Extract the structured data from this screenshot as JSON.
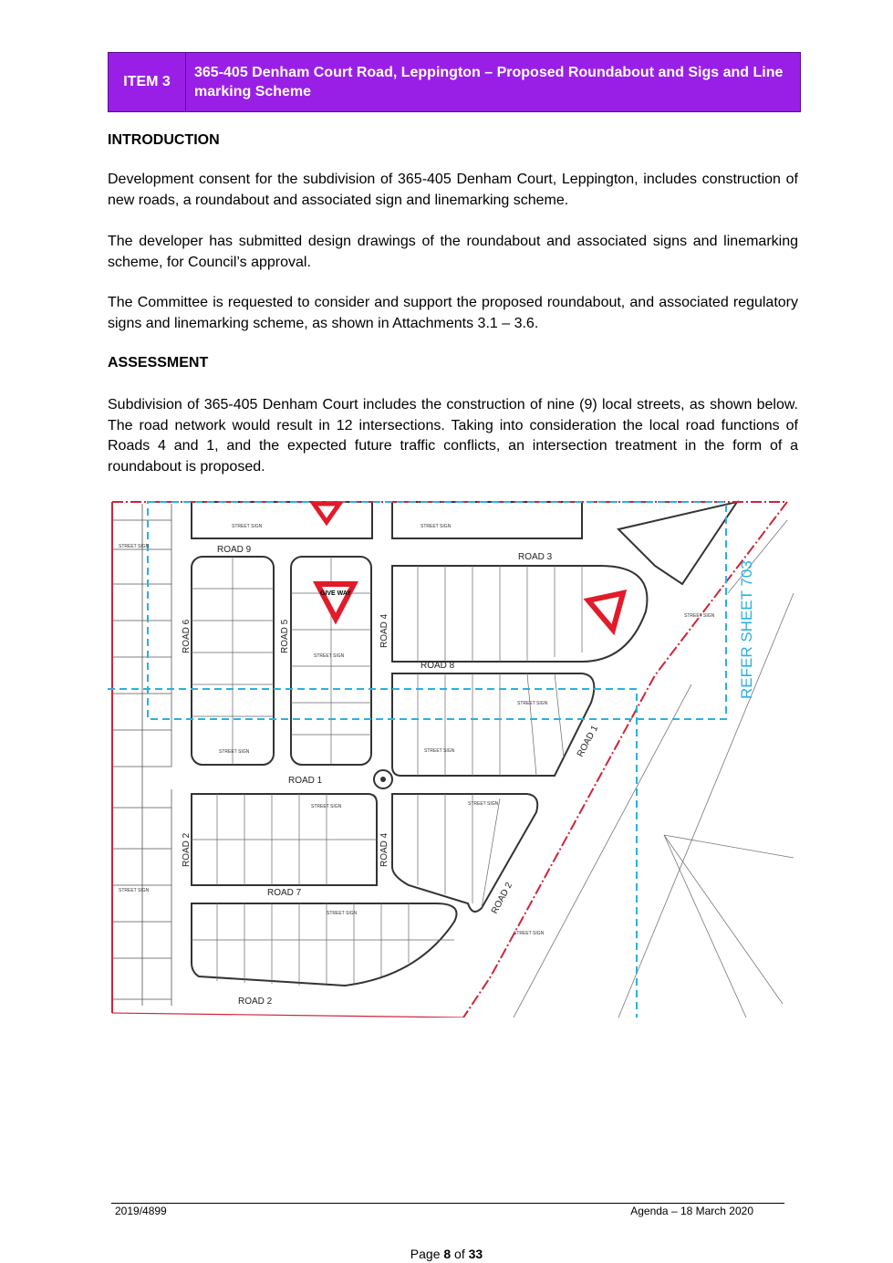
{
  "header": {
    "item_label": "ITEM 3",
    "title": "365-405 Denham Court Road, Leppington – Proposed Roundabout and Sigs and Line marking Scheme"
  },
  "introduction": {
    "heading": "INTRODUCTION",
    "paragraphs": [
      "Development consent for the subdivision of 365-405 Denham Court, Leppington, includes construction of new roads, a roundabout and associated sign and linemarking scheme.",
      "The developer has submitted design drawings of the roundabout and associated signs and linemarking scheme, for Council’s approval.",
      "The Committee is requested to consider and support the proposed roundabout, and associated regulatory signs and linemarking scheme, as shown in Attachments 3.1 – 3.6."
    ]
  },
  "assessment": {
    "heading": "ASSESSMENT",
    "paragraphs": [
      "Subdivision of 365-405 Denham Court includes the construction of nine (9) local streets, as shown below. The road network would result in 12 intersections. Taking into consideration the local road functions of Roads 4 and 1, and the expected future traffic conflicts, an intersection treatment in the form of a roundabout is proposed."
    ]
  },
  "plan": {
    "road_labels": {
      "road9": "ROAD 9",
      "road3": "ROAD 3",
      "road6": "ROAD 6",
      "road5": "ROAD 5",
      "road4_upper": "ROAD 4",
      "road8": "ROAD 8",
      "road1_horizontal": "ROAD 1",
      "road1_diagonal": "ROAD 1",
      "road2_left": "ROAD 2",
      "road4_lower": "ROAD 4",
      "road7": "ROAD 7",
      "road2_diagonal": "ROAD 2",
      "road2_bottom": "ROAD 2"
    },
    "refer_sheet": "REFER SHEET 703",
    "street_sign": "STREET SIGN",
    "give_way": "GIVE WAY",
    "colors": {
      "boundary": "#d0243a",
      "dashed_line": "#2bb0e0",
      "give_way_sign": "#e21b2a"
    }
  },
  "footer": {
    "ref_number": "2019/4899",
    "agenda_date": "Agenda – 18 March 2020",
    "page_prefix": "Page ",
    "page_current": "8",
    "page_mid": " of ",
    "page_total": "33"
  }
}
